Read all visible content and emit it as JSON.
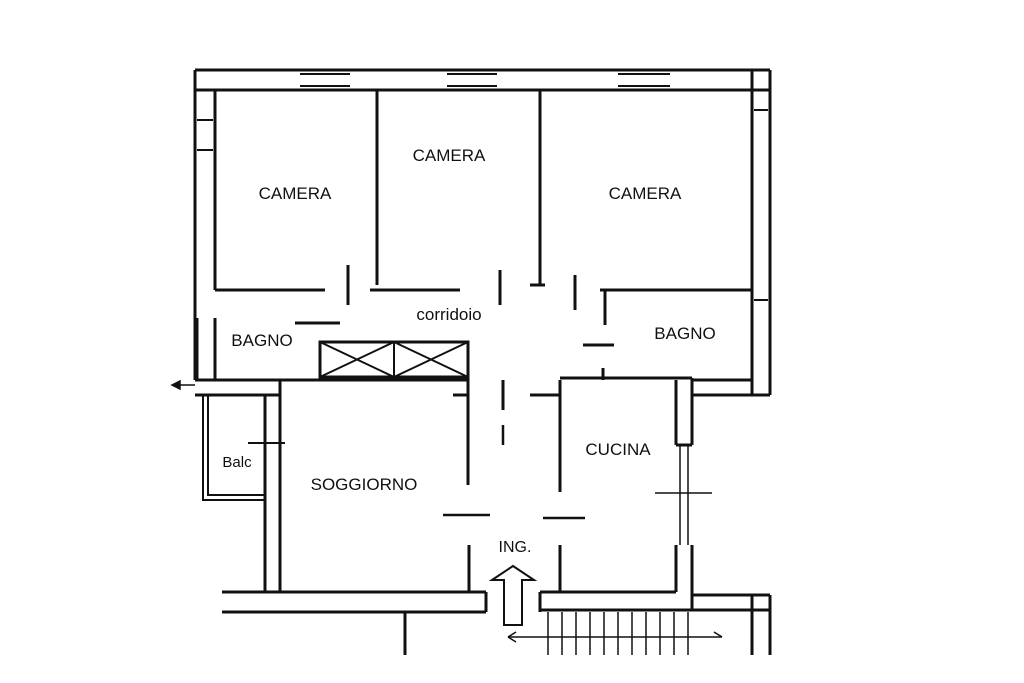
{
  "rooms": {
    "camera_left": "CAMERA",
    "camera_center": "CAMERA",
    "camera_right": "CAMERA",
    "corridor": "corridoio",
    "bagno_left": "BAGNO",
    "bagno_right": "BAGNO",
    "balcony": "Balc",
    "living": "SOGGIORNO",
    "kitchen": "CUCINA",
    "entrance": "ING."
  },
  "colors": {
    "wall": "#111111",
    "background": "#ffffff"
  }
}
